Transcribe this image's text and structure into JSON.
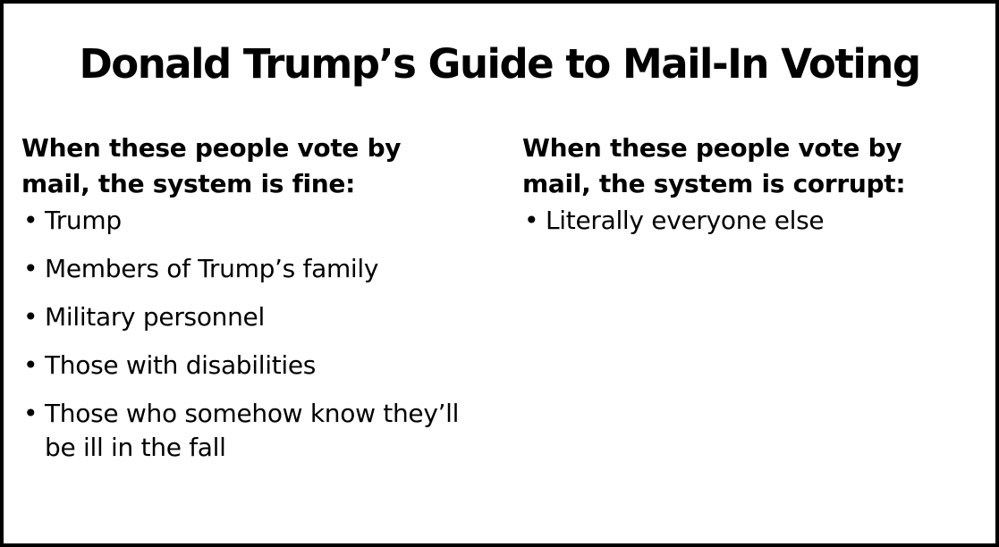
{
  "title": "Donald Trump’s Guide to Mail-In Voting",
  "left_column": {
    "heading": "When these people vote by mail, the system is fine:",
    "items": [
      "Trump",
      "Members of Trump’s family",
      "Military personnel",
      "Those with disabilities",
      "Those who somehow know they’ll be ill in the fall"
    ]
  },
  "right_column": {
    "heading": "When these people vote by mail, the system is corrupt:",
    "items": [
      "Literally everyone else"
    ]
  },
  "bullet_glyph": "•",
  "colors": {
    "background": "#ffffff",
    "text": "#000000",
    "border": "#000000"
  }
}
